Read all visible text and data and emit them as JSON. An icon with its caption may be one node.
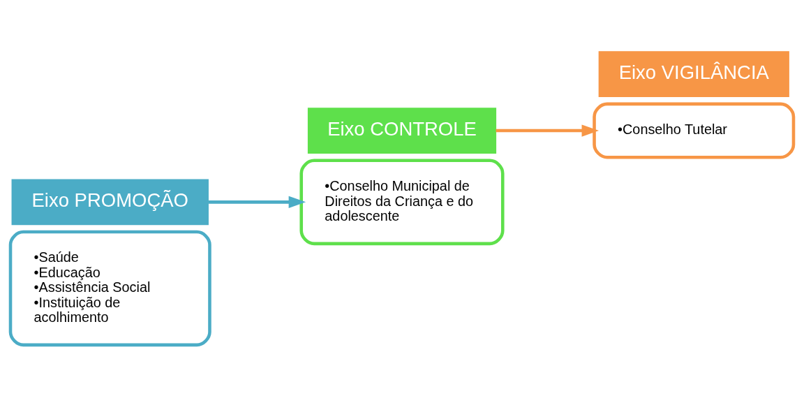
{
  "diagram": {
    "nodes": [
      {
        "text": [
          "•Saúde",
          "•Educação",
          "•Assistência Social",
          "•Instituição de acolhimento"
        ]
      },
      {
        "text": [
          "Eixo PROMOÇÃO"
        ]
      },
      {
        "text": [
          "Eixo CONTROLE"
        ]
      },
      {
        "text": [
          "•Conselho Municipal de Direitos da Criança e do adolescente"
        ]
      },
      {
        "text": [
          "•Conselho Tutelar"
        ]
      },
      {
        "text": [
          "Eixo VIGILÂNCIA"
        ]
      }
    ],
    "edges": [
      {
        "from": 1,
        "to": 3,
        "arrow": "to",
        "color": "#4bacc6"
      },
      {
        "from": 2,
        "to": 4,
        "arrow": "to",
        "color": "#f79646"
      }
    ]
  }
}
